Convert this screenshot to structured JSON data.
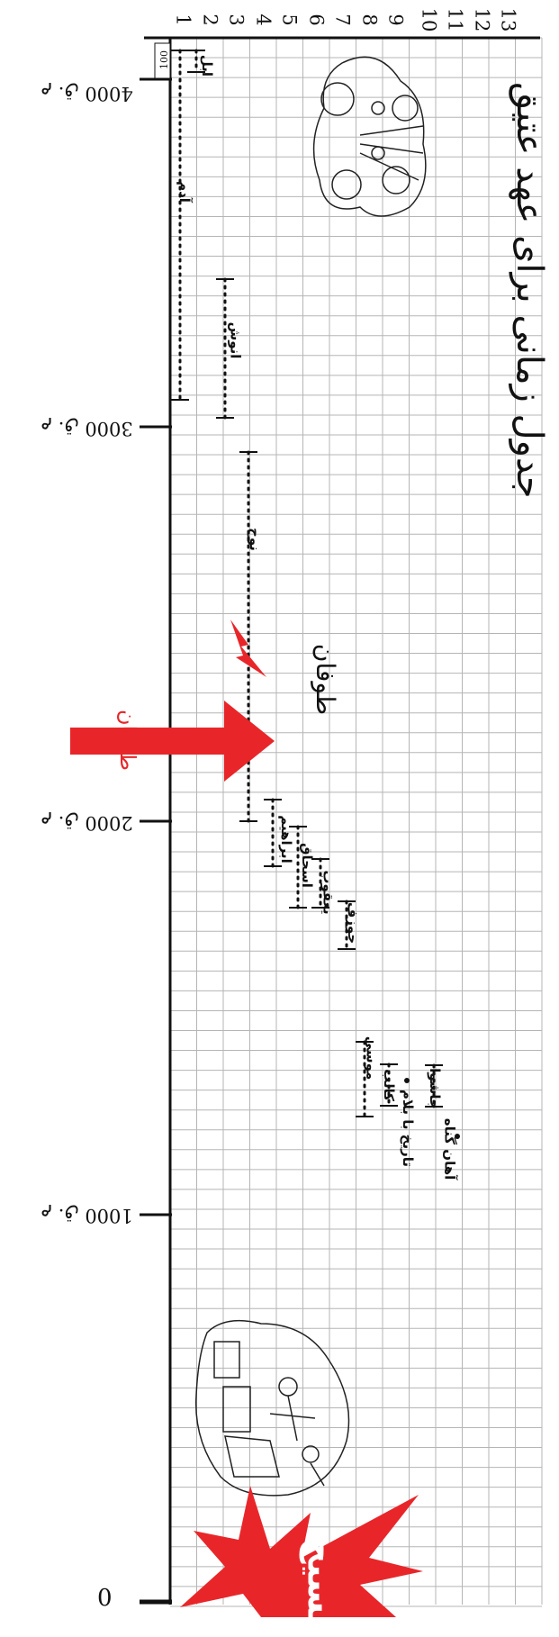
{
  "title": "جدول زمانی برای عهد عتیق",
  "row_numbers": [
    "1",
    "2",
    "3",
    "4",
    "5",
    "6",
    "7",
    "8",
    "9",
    "10",
    "11",
    "12",
    "13"
  ],
  "era_labels": {
    "bc4000": "م .ق 4000",
    "bc3000": "م .ق 3000",
    "bc2000": "م .ق 2000",
    "bc1000": "م .ق 1000",
    "zero": "0"
  },
  "top_marker": "100",
  "people": {
    "abel": "ابل",
    "adam": "آدم",
    "enosh": "انوش",
    "noah": "نوح",
    "abraham": "ابراهیم",
    "isaac": "اسحاق",
    "jacob": "یعقوب",
    "joseph": "جوزف",
    "moses": "موسی",
    "caleb": "کالب",
    "balaam_history": "تاریخ با بلام",
    "joshua": "جاشوا",
    "achan_sin": "آهان گناه"
  },
  "flood_label": "طوفان",
  "arrow_label": "طوفان",
  "burst_label": "مسیح",
  "colors": {
    "accent": "#e8262a",
    "grid": "#b5b5b5",
    "ink": "#111111"
  }
}
